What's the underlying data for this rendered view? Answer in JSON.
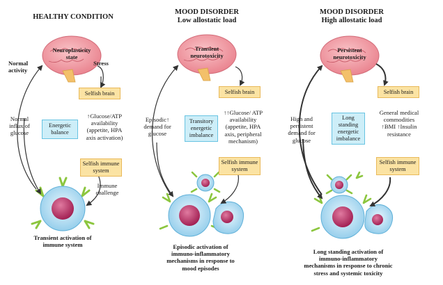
{
  "panels": [
    {
      "title": "HEALTHY CONDITION",
      "subtitle": "",
      "brain": "Neuroplasticity state",
      "selfish_brain": "Selfish brain",
      "selfish_immune": "Selfish immune system",
      "center_box": "Energetic balance",
      "left_label": "Normal influx of glucose",
      "left_top_label": "Normal activity",
      "right_top_label": "Stress",
      "right_label": "↑Glucose/ATP availability (appetite, HPA axis activation)",
      "challenge_label": "Immune challenge",
      "bottom_label": "Transient activation of immune system"
    },
    {
      "title": "MOOD DISORDER",
      "subtitle": "Low allostatic load",
      "brain": "Transient neurotoxicity",
      "selfish_brain": "Selfish brain",
      "selfish_immune": "Selfish immune system",
      "center_box": "Transitory energetic imbalance",
      "left_label": "Episodic↑ demand for glucose",
      "right_label": "↑↑Glucose/ ATP availability (appetite, HPA axis, peripheral mechanism)",
      "bottom_label": "Episodic activation of immuno-inflammatory mechanisms in response to mood episodes"
    },
    {
      "title": "MOOD DISORDER",
      "subtitle": "High allostatic load",
      "brain": "Persistent neurotoxicity",
      "selfish_brain": "Selfish brain",
      "selfish_immune": "Selfish immune system",
      "center_box": "Long standing energetic imbalance",
      "left_label": "High and persistent demand for glucose",
      "right_label": "General medical commodities ↑BMI ↑Insulin resistance",
      "bottom_label": "Long standing activation of immuno-inflammatory mechanisms in response to chronic stress and systemic toxicity"
    }
  ],
  "colors": {
    "brain": "#f4a0a8",
    "brainstem": "#f3c06a",
    "selfish_box": "#fbe3a3",
    "center_box": "#cdeef8",
    "cell_outer": "#a9d8ef",
    "cell_nucleus": "#b5275c",
    "receptor": "#8cc63f",
    "arrow": "#333333"
  }
}
